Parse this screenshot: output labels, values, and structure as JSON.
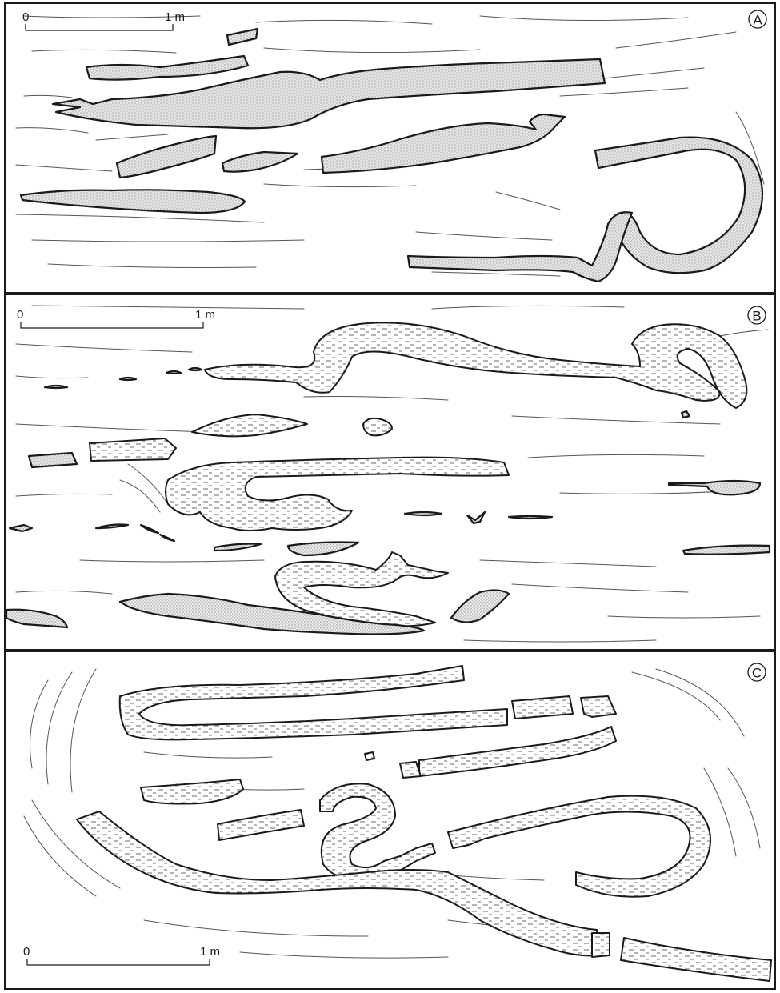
{
  "panels": [
    {
      "label": "A",
      "scale": {
        "start": "0",
        "end": "1 m"
      }
    },
    {
      "label": "B",
      "scale": {
        "start": "0",
        "end": "1 m"
      }
    },
    {
      "label": "C",
      "scale": {
        "start": "0",
        "end": "1 m"
      }
    }
  ],
  "colors": {
    "line": "#1a1a1a",
    "stipple": "#dcdcdc",
    "paper": "#ffffff"
  }
}
